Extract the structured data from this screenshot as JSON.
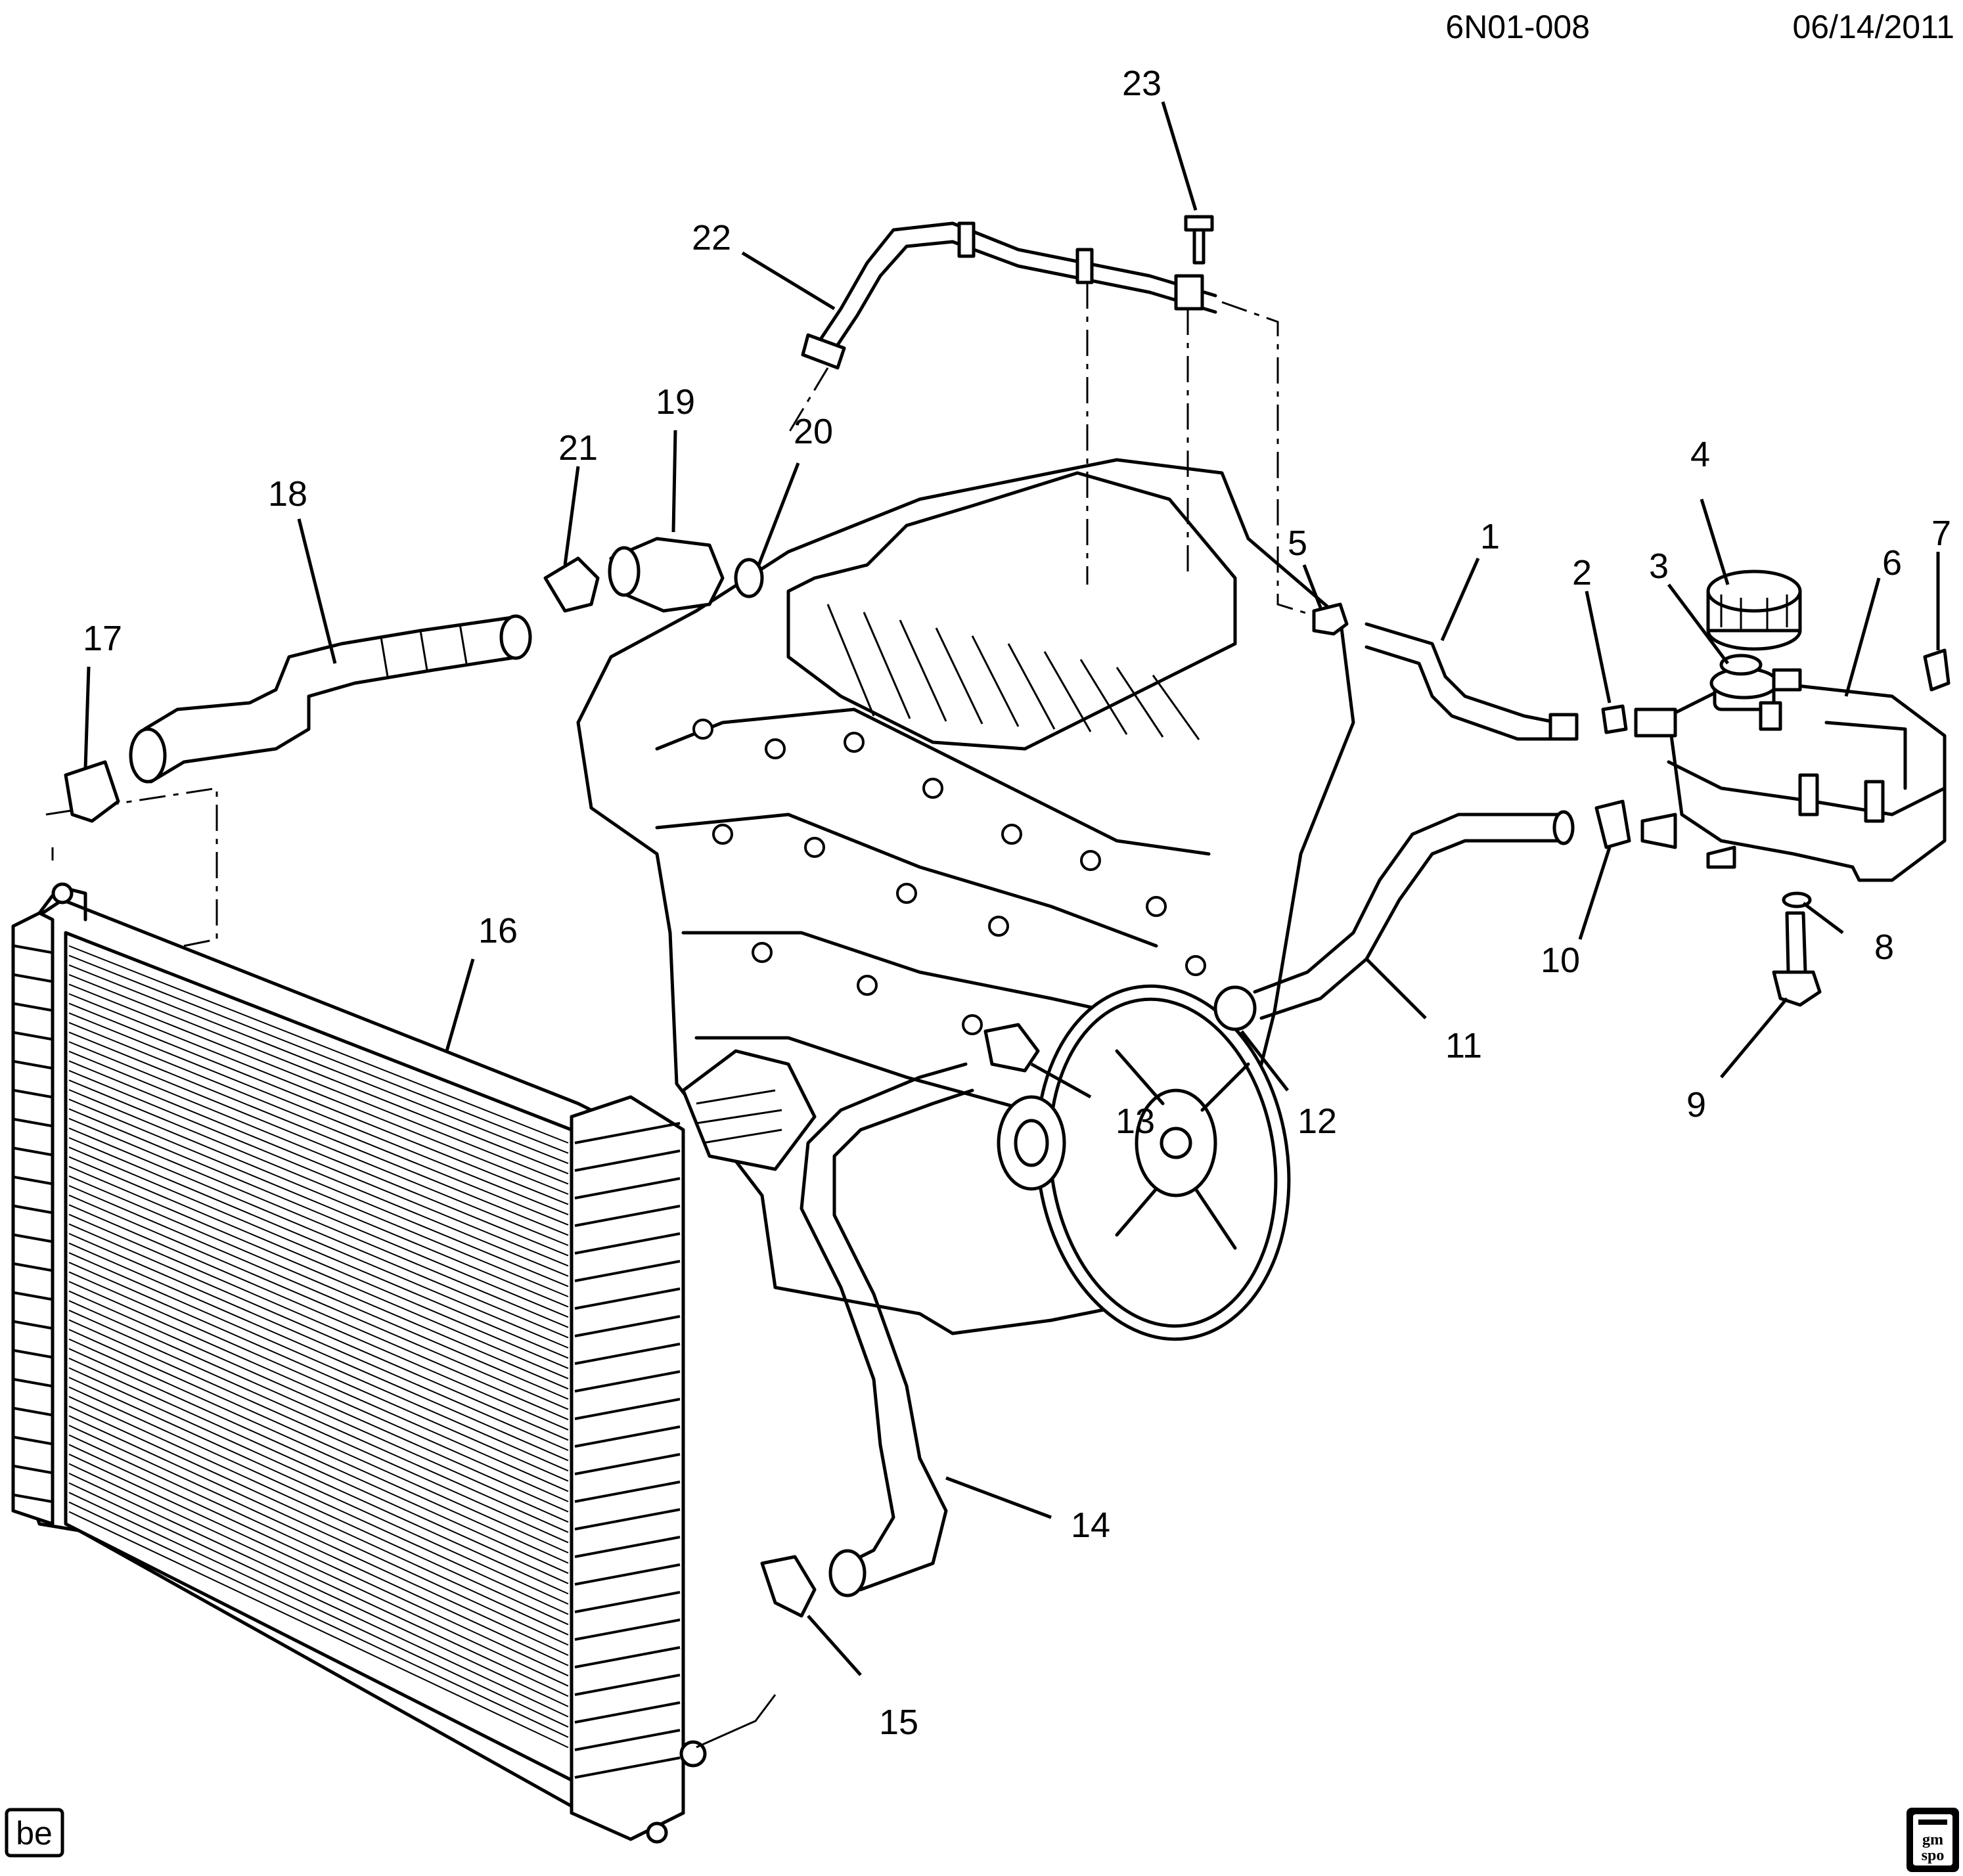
{
  "header": {
    "diagram_code": "6N01-008",
    "date": "06/14/2011"
  },
  "callouts": [
    "1",
    "2",
    "3",
    "4",
    "5",
    "6",
    "7",
    "8",
    "9",
    "10",
    "11",
    "12",
    "13",
    "14",
    "15",
    "16",
    "17",
    "18",
    "19",
    "20",
    "21",
    "22",
    "23"
  ],
  "footer": {
    "badge": "be",
    "logo_name": "gmspo-logo",
    "logo_text": "gm spo"
  },
  "colors": {
    "ink": "#000000",
    "paper": "#ffffff"
  }
}
